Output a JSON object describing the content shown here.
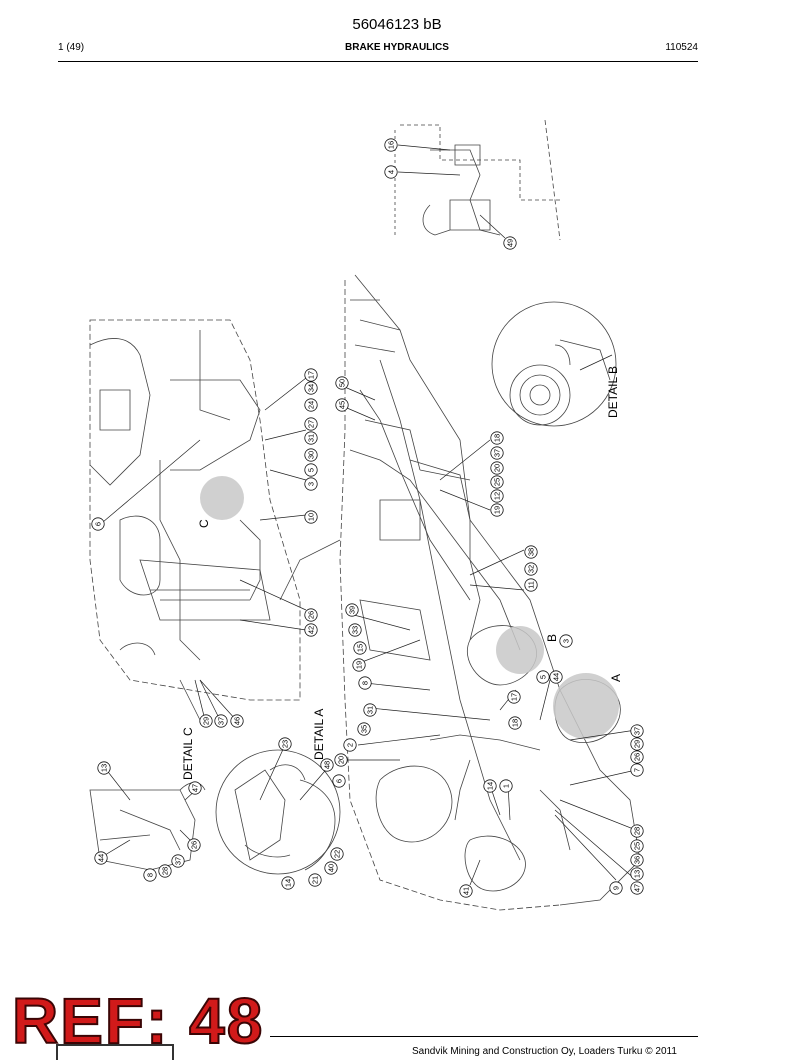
{
  "header": {
    "doc_number": "56046123 bB",
    "page_count": "1 (49)",
    "section_title": "BRAKE HYDRAULICS",
    "date_code": "110524"
  },
  "drawing": {
    "detail_labels": [
      "DETAIL A",
      "DETAIL B",
      "DETAIL C",
      "A",
      "B",
      "C"
    ],
    "callouts_top": [
      "16",
      "4",
      "49"
    ],
    "callouts_main": [
      "6",
      "17",
      "34",
      "24",
      "27",
      "31",
      "30",
      "5",
      "3",
      "10",
      "42",
      "26",
      "29",
      "37",
      "46",
      "50",
      "45",
      "18",
      "37",
      "20",
      "25",
      "12",
      "19",
      "38",
      "32",
      "11",
      "39",
      "33",
      "15",
      "19",
      "8",
      "31",
      "35",
      "18",
      "17",
      "5",
      "44",
      "3",
      "37",
      "29",
      "26",
      "7",
      "28",
      "25",
      "36",
      "13",
      "47",
      "9",
      "14",
      "1",
      "41",
      "48",
      "6",
      "20",
      "2",
      "23",
      "22",
      "40",
      "21",
      "14",
      "13",
      "47",
      "26",
      "37",
      "28",
      "8",
      "44"
    ]
  },
  "stamp": {
    "text": "REF: 48"
  },
  "footer": {
    "copyright": "Sandvik Mining and Construction Oy, Loaders Turku © 2011"
  },
  "colors": {
    "stamp": "#d11a1a",
    "shade": "#c8c8c8"
  }
}
